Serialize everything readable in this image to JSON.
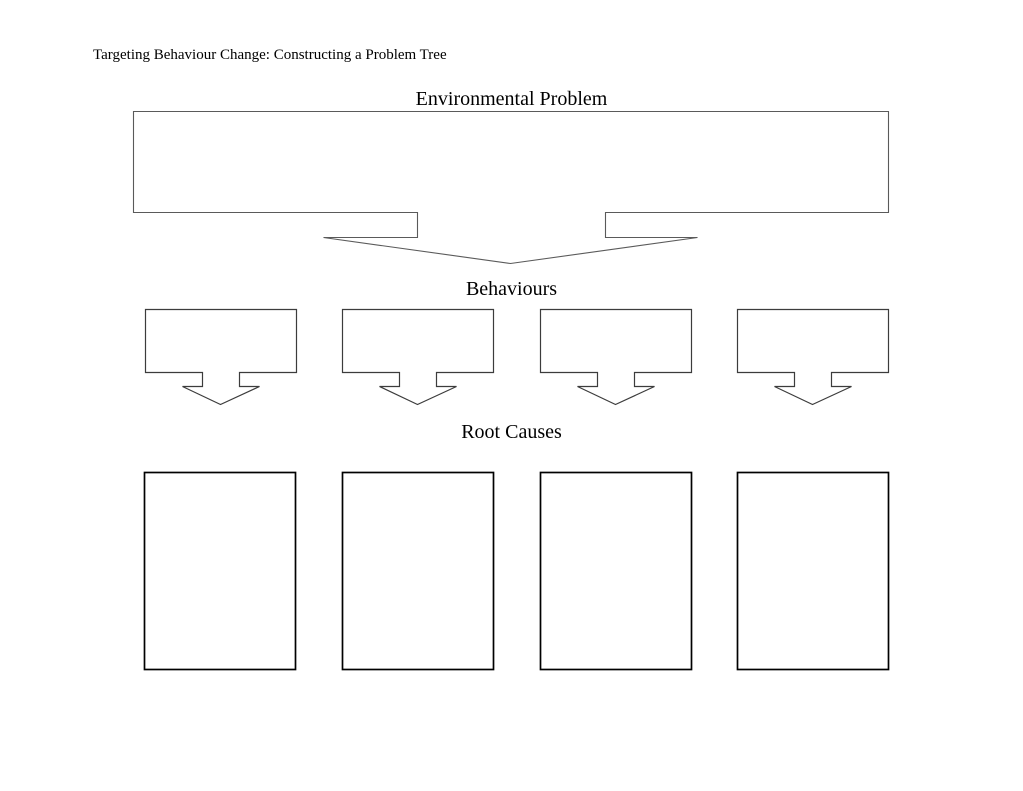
{
  "document": {
    "header": "Targeting Behaviour Change: Constructing a Problem Tree"
  },
  "diagram": {
    "levels": [
      {
        "id": "environmental-problem",
        "label": "Environmental Problem",
        "box_count": 1
      },
      {
        "id": "behaviours",
        "label": "Behaviours",
        "box_count": 4
      },
      {
        "id": "root-causes",
        "label": "Root Causes",
        "box_count": 4
      }
    ]
  },
  "colors": {
    "background": "#ffffff",
    "text": "#000000",
    "upper_shape_outline": "#5a5a5a",
    "behaviour_shape_outline": "#3c3c3c",
    "root_box_outline": "#000000",
    "shape_fill": "#ffffff"
  }
}
